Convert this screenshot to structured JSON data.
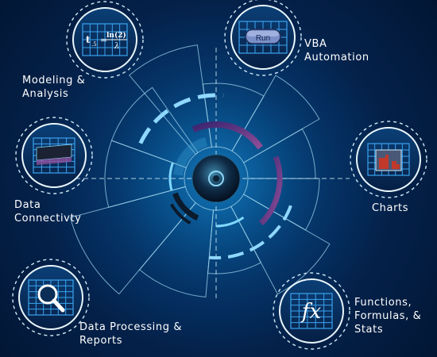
{
  "diagram": {
    "nodes": [
      {
        "id": "modeling",
        "label": "Modeling &\nAnalysis",
        "icon": "formula-icon",
        "formula": {
          "lhs": "t",
          "sub": ".5",
          "num": "ln(2)",
          "den": "λ"
        }
      },
      {
        "id": "vba",
        "label": "VBA\nAutomation",
        "icon": "run-button-icon",
        "button_text": "Run"
      },
      {
        "id": "data-connectivity",
        "label": "Data\nConnectivty",
        "icon": "spreadsheet-icon"
      },
      {
        "id": "charts",
        "label": "Charts",
        "icon": "bar-chart-icon"
      },
      {
        "id": "data-processing",
        "label": "Data Processing &\nReports",
        "icon": "magnifier-icon"
      },
      {
        "id": "functions",
        "label": "Functions,\nFormulas, &\nStats",
        "icon": "function-icon",
        "symbol": "fx"
      }
    ]
  },
  "colors": {
    "background": "#04214a",
    "line": "#9fd4ee",
    "accent_cyan": "#7fd8ff",
    "accent_purple": "#6a3f8c",
    "icon_blue": "#2d8fe0",
    "text": "#ffffff"
  }
}
